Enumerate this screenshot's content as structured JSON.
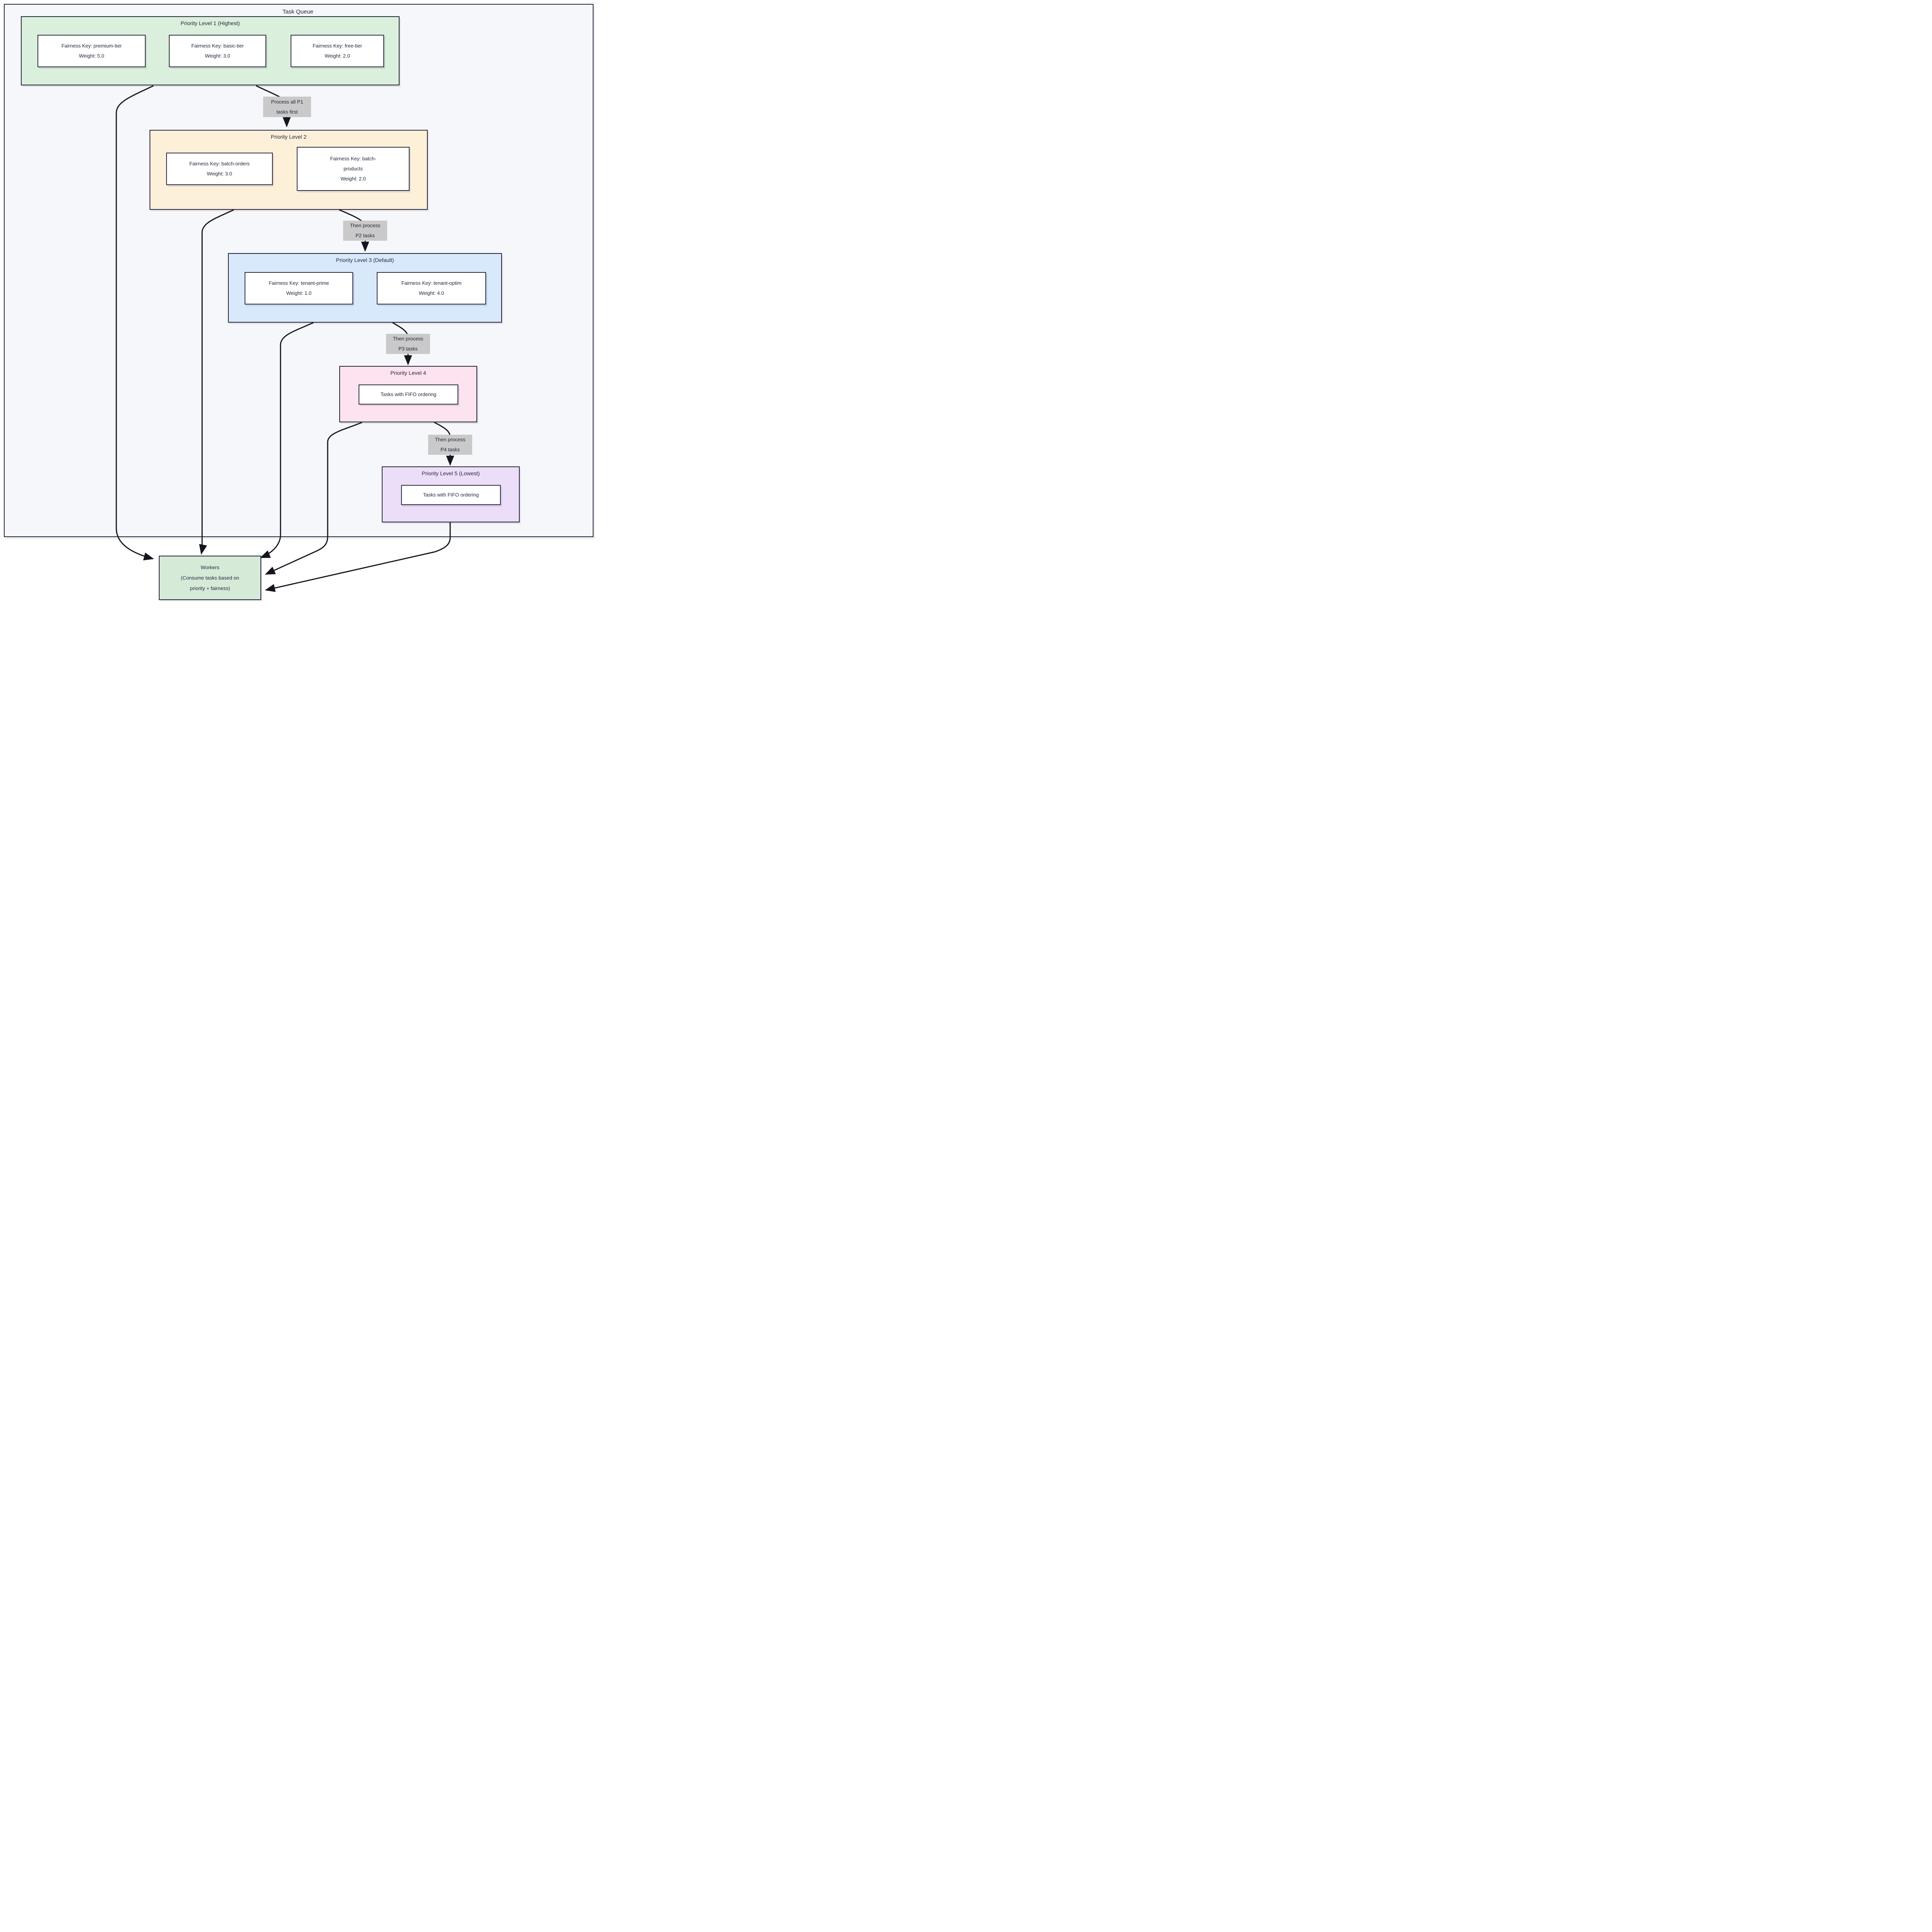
{
  "diagram": {
    "title": "Task Queue",
    "groups": [
      {
        "title": "Priority Level 1 (Highest)",
        "nodes": [
          {
            "text": "Fairness Key: premium-tier\nWeight: 5.0"
          },
          {
            "text": "Fairness Key: basic-tier\nWeight: 3.0"
          },
          {
            "text": "Fairness Key: free-tier\nWeight: 2.0"
          }
        ]
      },
      {
        "title": "Priority Level 2",
        "nodes": [
          {
            "text": "Fairness Key: batch-orders\nWeight: 3.0"
          },
          {
            "text": "Fairness Key: batch-\nproducts\nWeight: 2.0"
          }
        ]
      },
      {
        "title": "Priority Level 3 (Default)",
        "nodes": [
          {
            "text": "Fairness Key: tenant-prime\nWeight: 1.0"
          },
          {
            "text": "Fairness Key: tenant-optim\nWeight: 4.0"
          }
        ]
      },
      {
        "title": "Priority Level 4",
        "nodes": [
          {
            "text": "Tasks with FIFO ordering"
          }
        ]
      },
      {
        "title": "Priority Level 5 (Lowest)",
        "nodes": [
          {
            "text": "Tasks with FIFO ordering"
          }
        ]
      }
    ],
    "edge_labels": [
      {
        "text": "Process all P1\ntasks first"
      },
      {
        "text": "Then process\nP2 tasks"
      },
      {
        "text": "Then process\nP3 tasks"
      },
      {
        "text": "Then process\nP4 tasks"
      }
    ],
    "workers": {
      "text": "Workers\n(Consume tasks based on\npriority + fairness)"
    },
    "colors": {
      "p1_fill": "#daf0dc",
      "p2_fill": "#fdf0d9",
      "p3_fill": "#d9e9fc",
      "p4_fill": "#fce3ef",
      "p5_fill": "#ecdef8",
      "workers_fill": "#d6ead8",
      "container_fill": "#f6f7fa",
      "node_fill": "#ffffff",
      "border": "#23233a",
      "edge": "#15151f",
      "label_bg": "#c9c9c9",
      "text": "#26263c"
    }
  }
}
